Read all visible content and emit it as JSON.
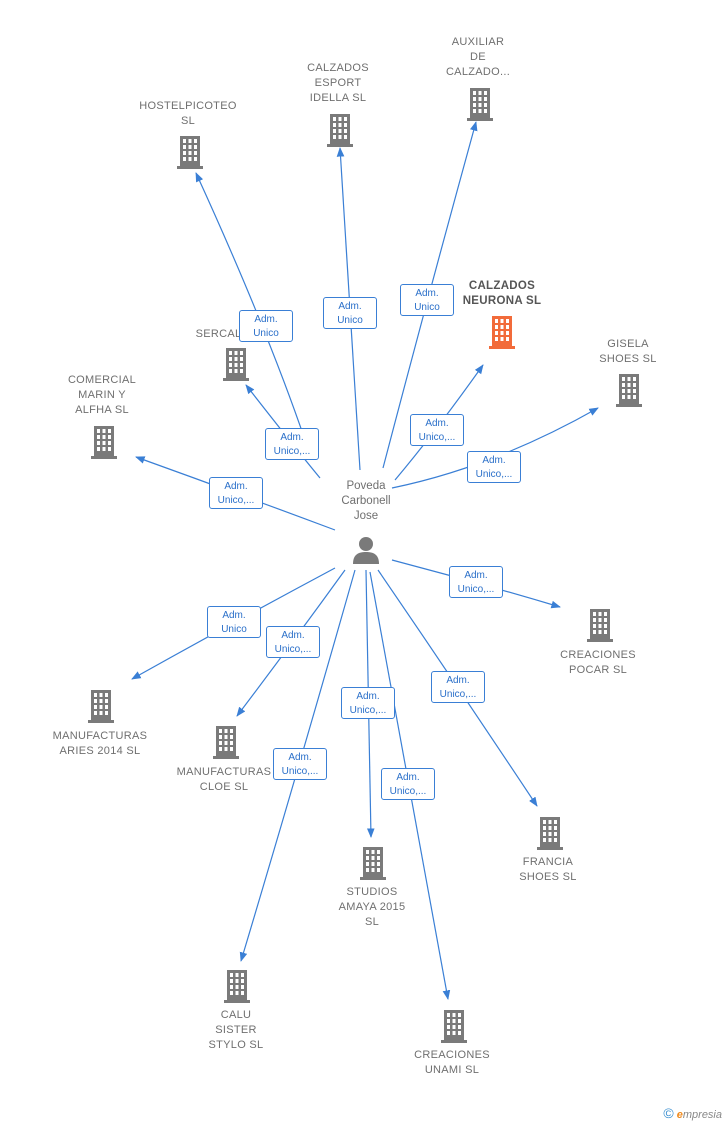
{
  "center": {
    "label": "Poveda\nCarbonell\nJose"
  },
  "companies": [
    {
      "id": "hostelpicoteo",
      "label": "HOSTELPICOTEO\nSL",
      "highlight": false
    },
    {
      "id": "calzados-esport",
      "label": "CALZADOS\nESPORT\nIDELLA  SL",
      "highlight": false
    },
    {
      "id": "auxiliar",
      "label": "AUXILIAR\nDE\nCALZADO...",
      "highlight": false
    },
    {
      "id": "calzados-neurona",
      "label": "CALZADOS\nNEURONA  SL",
      "highlight": true
    },
    {
      "id": "gisela",
      "label": "GISELA\nSHOES  SL",
      "highlight": false
    },
    {
      "id": "sercalz",
      "label": "SERCALZ",
      "highlight": false
    },
    {
      "id": "comercial-marin",
      "label": "COMERCIAL\nMARIN Y\nALFHA SL",
      "highlight": false
    },
    {
      "id": "creaciones-pocar",
      "label": "CREACIONES\nPOCAR  SL",
      "highlight": false
    },
    {
      "id": "manufacturas-aries",
      "label": "MANUFACTURAS\nARIES 2014  SL",
      "highlight": false
    },
    {
      "id": "manufacturas-cloe",
      "label": "MANUFACTURAS\nCLOE  SL",
      "highlight": false
    },
    {
      "id": "francia-shoes",
      "label": "FRANCIA\nSHOES SL",
      "highlight": false
    },
    {
      "id": "studios-amaya",
      "label": "STUDIOS\nAMAYA 2015\nSL",
      "highlight": false
    },
    {
      "id": "calu-sister",
      "label": "CALU\nSISTER\nSTYLO  SL",
      "highlight": false
    },
    {
      "id": "creaciones-unami",
      "label": "CREACIONES\nUNAMI  SL",
      "highlight": false
    }
  ],
  "edges": [
    {
      "target": "hostelpicoteo",
      "label": "Adm.\nUnico"
    },
    {
      "target": "calzados-esport",
      "label": "Adm.\nUnico"
    },
    {
      "target": "auxiliar",
      "label": "Adm.\nUnico"
    },
    {
      "target": "calzados-neurona",
      "label": "Adm.\nUnico,..."
    },
    {
      "target": "gisela",
      "label": "Adm.\nUnico,..."
    },
    {
      "target": "sercalz",
      "label": "Adm.\nUnico,..."
    },
    {
      "target": "comercial-marin",
      "label": "Adm.\nUnico,..."
    },
    {
      "target": "creaciones-pocar",
      "label": "Adm.\nUnico,..."
    },
    {
      "target": "manufacturas-aries",
      "label": "Adm.\nUnico"
    },
    {
      "target": "manufacturas-cloe",
      "label": "Adm.\nUnico,..."
    },
    {
      "target": "francia-shoes",
      "label": "Adm.\nUnico,..."
    },
    {
      "target": "studios-amaya",
      "label": "Adm.\nUnico,..."
    },
    {
      "target": "calu-sister",
      "label": "Adm.\nUnico,..."
    },
    {
      "target": "creaciones-unami",
      "label": "Adm.\nUnico,..."
    }
  ],
  "colors": {
    "edge": "#3a7fd5",
    "building": "#7a7a7a",
    "highlight": "#f26b3a",
    "person": "#7a7a7a"
  },
  "footer": {
    "copyright": "©",
    "brand_first": "e",
    "brand_rest": "mpresia"
  }
}
